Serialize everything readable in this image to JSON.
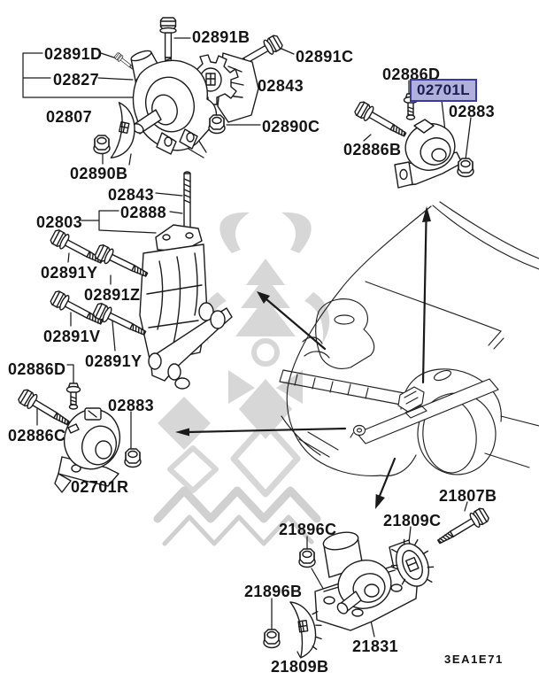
{
  "diagram": {
    "code": "3EA1E71",
    "highlighted_label": {
      "part": "02701L",
      "text": "02701L"
    },
    "labels": [
      {
        "part": "02891B",
        "text": "02891B"
      },
      {
        "part": "02891D",
        "text": "02891D"
      },
      {
        "part": "02891C",
        "text": "02891C"
      },
      {
        "part": "02827",
        "text": "02827"
      },
      {
        "part": "02886D",
        "text": "02886D"
      },
      {
        "part": "02843",
        "text": "02843"
      },
      {
        "part": "02883",
        "text": "02883"
      },
      {
        "part": "02807",
        "text": "02807"
      },
      {
        "part": "02890C",
        "text": "02890C"
      },
      {
        "part": "02886B",
        "text": "02886B"
      },
      {
        "part": "02890B",
        "text": "02890B"
      },
      {
        "part": "02843",
        "text": "02843"
      },
      {
        "part": "02888",
        "text": "02888"
      },
      {
        "part": "02803",
        "text": "02803"
      },
      {
        "part": "02891Y",
        "text": "02891Y"
      },
      {
        "part": "02891Z",
        "text": "02891Z"
      },
      {
        "part": "02891V",
        "text": "02891V"
      },
      {
        "part": "02891Y",
        "text": "02891Y"
      },
      {
        "part": "02886D",
        "text": "02886D"
      },
      {
        "part": "02883",
        "text": "02883"
      },
      {
        "part": "02886C",
        "text": "02886C"
      },
      {
        "part": "02701R",
        "text": "02701R"
      },
      {
        "part": "21807B",
        "text": "21807B"
      },
      {
        "part": "21809C",
        "text": "21809C"
      },
      {
        "part": "21896C",
        "text": "21896C"
      },
      {
        "part": "21896B",
        "text": "21896B"
      },
      {
        "part": "21831",
        "text": "21831"
      },
      {
        "part": "21809B",
        "text": "21809B"
      }
    ],
    "colors": {
      "line": "#1a1a1a",
      "background": "#ffffff",
      "watermark": "#d7d7d7",
      "label_text": "#141414",
      "highlight_bg": "#b0b0dd",
      "highlight_border": "#3a3a9e",
      "highlight_text": "#1c1c50"
    }
  }
}
